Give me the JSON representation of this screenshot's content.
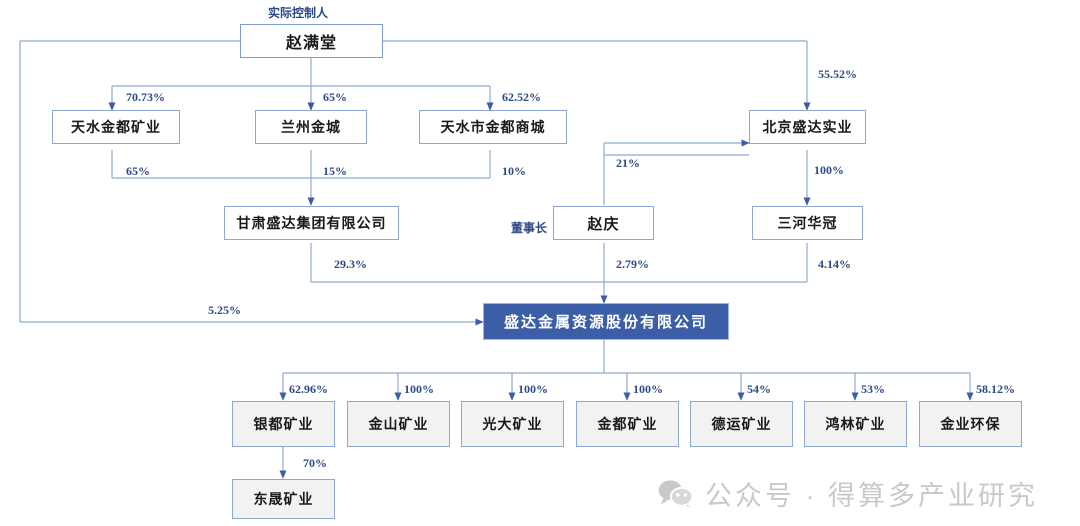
{
  "diagram": {
    "title_label": "实际控制人",
    "chairman_label": "董事长",
    "nodes": {
      "controller": "赵满堂",
      "tianshui_jindu_mining": "天水金都矿业",
      "lanzhou_jincheng": "兰州金城",
      "tianshui_jindu_mall": "天水市金都商城",
      "beijing_shengda": "北京盛达实业",
      "gansu_shengda_group": "甘肃盛达集团有限公司",
      "zhaoqing": "赵庆",
      "sanhe_huaguan": "三河华冠",
      "listed_company": "盛达金属资源股份有限公司",
      "yindu_mining": "银都矿业",
      "jinshan_mining": "金山矿业",
      "guangda_mining": "光大矿业",
      "jindu_mining": "金都矿业",
      "deyun_mining": "德运矿业",
      "honglin_mining": "鸿林矿业",
      "jinye_env": "金业环保",
      "dongsheng_mining": "东晟矿业"
    },
    "edges": {
      "controller_to_tianshui_jindu_mining": "70.73%",
      "controller_to_lanzhou_jincheng": "65%",
      "controller_to_tianshui_jindu_mall": "62.52%",
      "controller_to_beijing_shengda": "55.52%",
      "controller_to_listed": "5.25%",
      "tianshui_jindu_mining_to_group": "65%",
      "lanzhou_jincheng_to_group": "15%",
      "tianshui_jindu_mall_to_group": "10%",
      "zhaoqing_to_beijing_shengda": "21%",
      "beijing_shengda_to_sanhe": "100%",
      "group_to_listed": "29.3%",
      "zhaoqing_to_listed": "2.79%",
      "sanhe_to_listed": "4.14%",
      "listed_to_yindu": "62.96%",
      "listed_to_jinshan": "100%",
      "listed_to_guangda": "100%",
      "listed_to_jindu": "100%",
      "listed_to_deyun": "54%",
      "listed_to_honglin": "53%",
      "listed_to_jinye": "58.12%",
      "yindu_to_dongsheng": "70%"
    }
  },
  "watermark": {
    "icon": "wechat-icon",
    "text": "公众号 · 得算多产业研究"
  },
  "colors": {
    "line": "#8ea9d0",
    "label": "#2e4a86",
    "primary_fill": "#3b5ea6",
    "box_border": "#8ea9d0",
    "shade_fill": "#f2f2f2",
    "watermark": "#c9c9c9"
  }
}
